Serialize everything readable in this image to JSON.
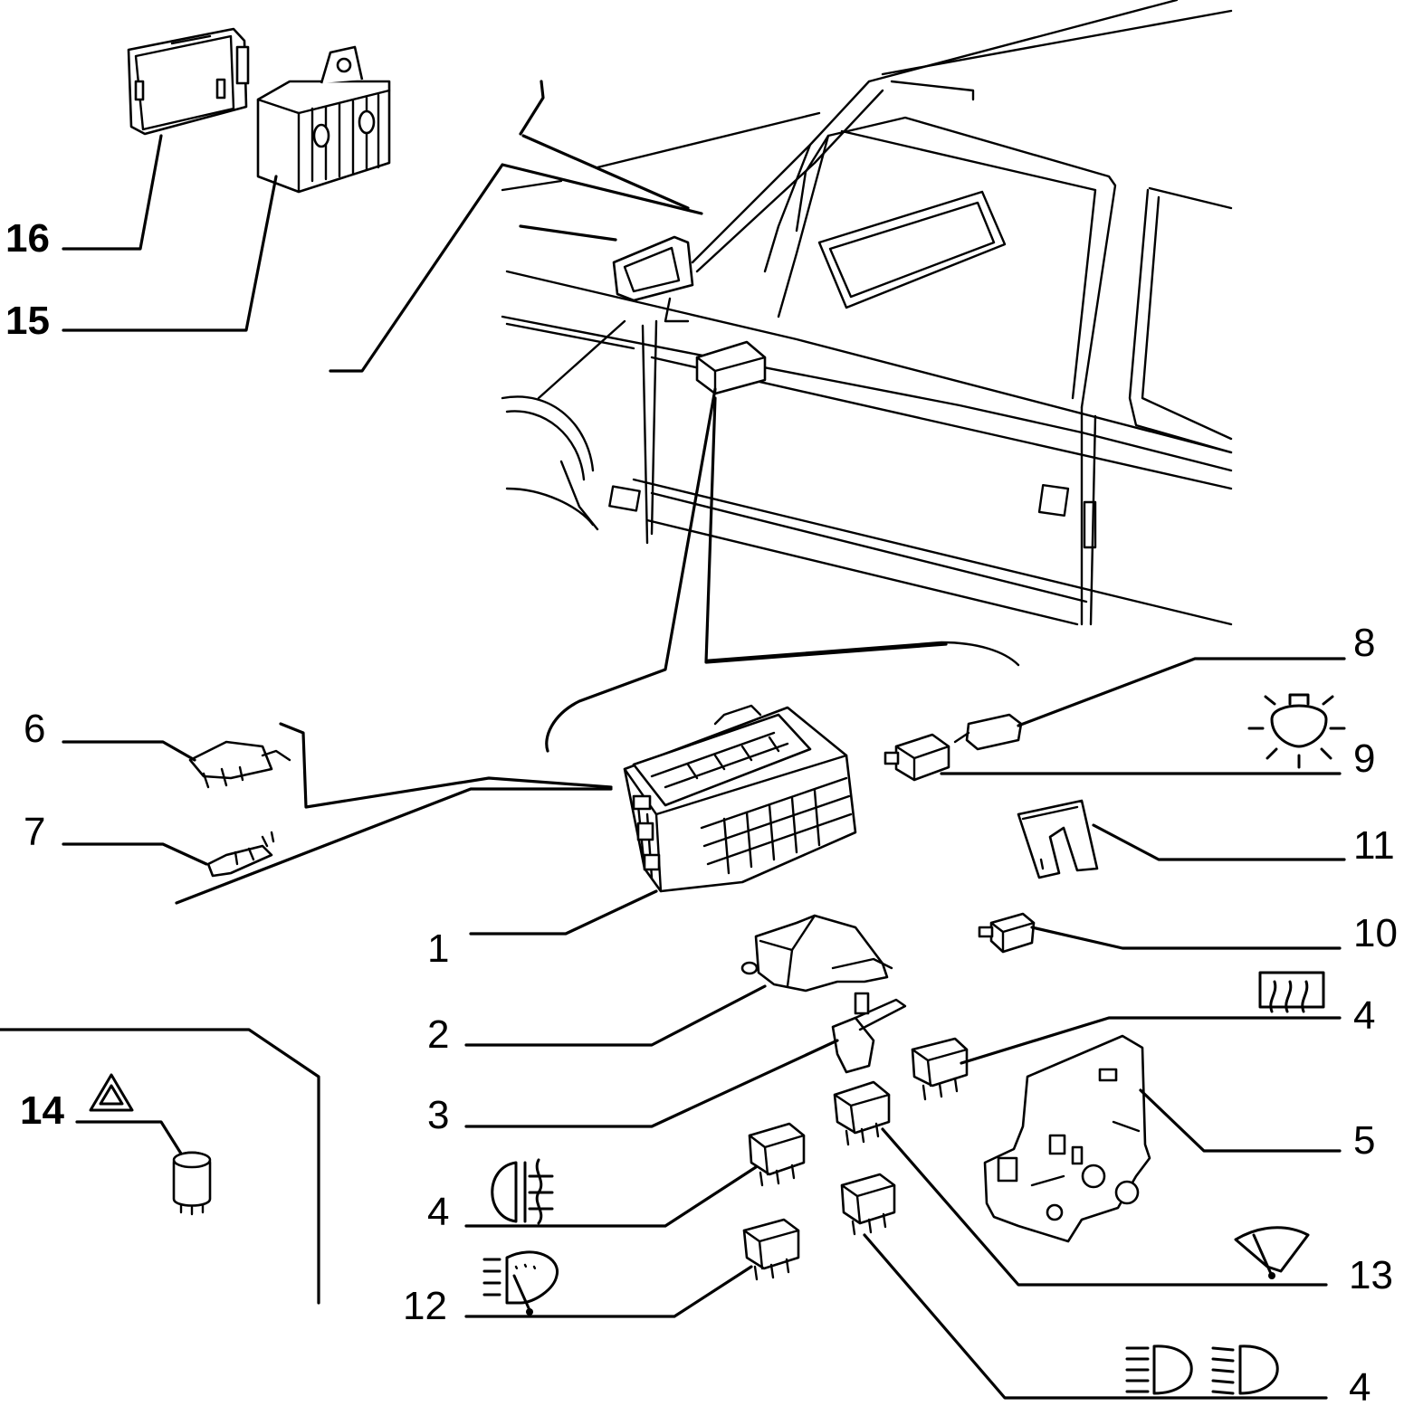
{
  "diagram": {
    "callouts": [
      {
        "id": "1",
        "text": "1"
      },
      {
        "id": "2",
        "text": "2"
      },
      {
        "id": "3",
        "text": "3"
      },
      {
        "id": "4a",
        "text": "4"
      },
      {
        "id": "4b",
        "text": "4"
      },
      {
        "id": "4c",
        "text": "4"
      },
      {
        "id": "5",
        "text": "5"
      },
      {
        "id": "6",
        "text": "6"
      },
      {
        "id": "7",
        "text": "7"
      },
      {
        "id": "8",
        "text": "8"
      },
      {
        "id": "9",
        "text": "9"
      },
      {
        "id": "10",
        "text": "10"
      },
      {
        "id": "11",
        "text": "11"
      },
      {
        "id": "12",
        "text": "12"
      },
      {
        "id": "13",
        "text": "13"
      },
      {
        "id": "14",
        "text": "14"
      },
      {
        "id": "15",
        "text": "15"
      },
      {
        "id": "16",
        "text": "16"
      }
    ],
    "symbols": [
      {
        "name": "interior-light-icon"
      },
      {
        "name": "rear-defroster-icon"
      },
      {
        "name": "fog-light-icon"
      },
      {
        "name": "headlight-washer-icon"
      },
      {
        "name": "windscreen-wiper-icon"
      },
      {
        "name": "high-beam-icon"
      },
      {
        "name": "low-beam-icon"
      },
      {
        "name": "hazard-warning-icon"
      }
    ]
  }
}
